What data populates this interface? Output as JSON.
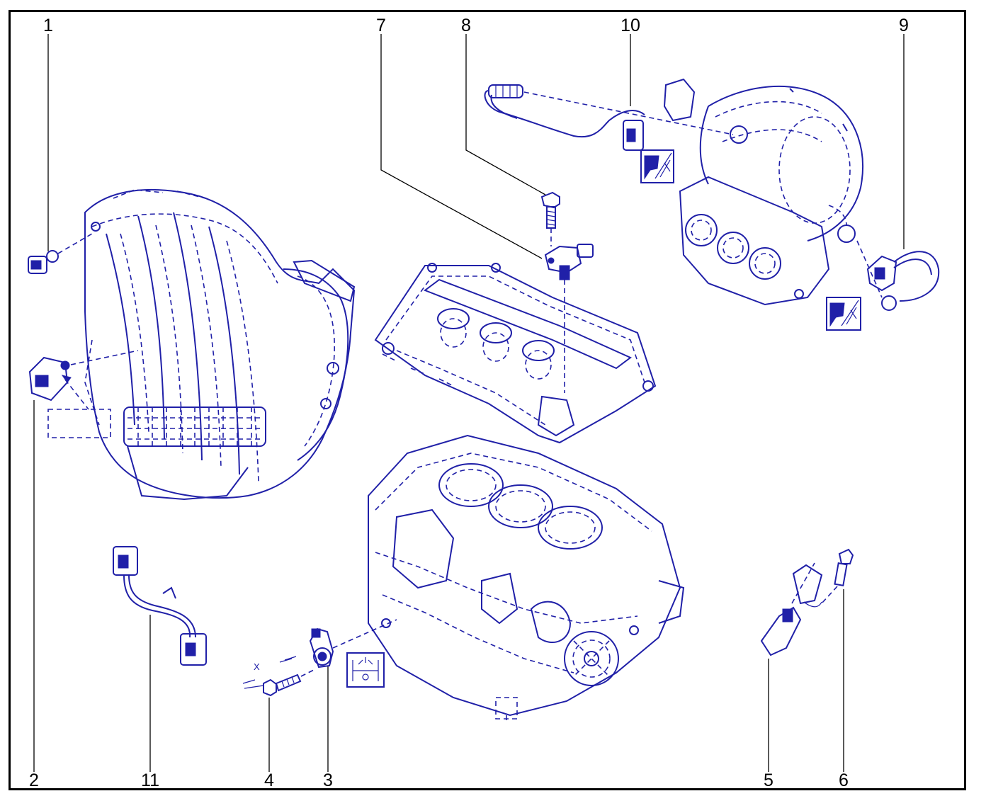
{
  "callouts": [
    "1",
    "2",
    "3",
    "4",
    "5",
    "6",
    "7",
    "8",
    "9",
    "10",
    "11"
  ],
  "dimension_label": "X",
  "colors": {
    "line_art": "#2020a8",
    "callout_text": "#000000",
    "frame": "#000000",
    "background": "#ffffff"
  },
  "icons": [
    "torque-symbol-icon",
    "torque-symbol-icon",
    "tightening-procedure-icon"
  ]
}
